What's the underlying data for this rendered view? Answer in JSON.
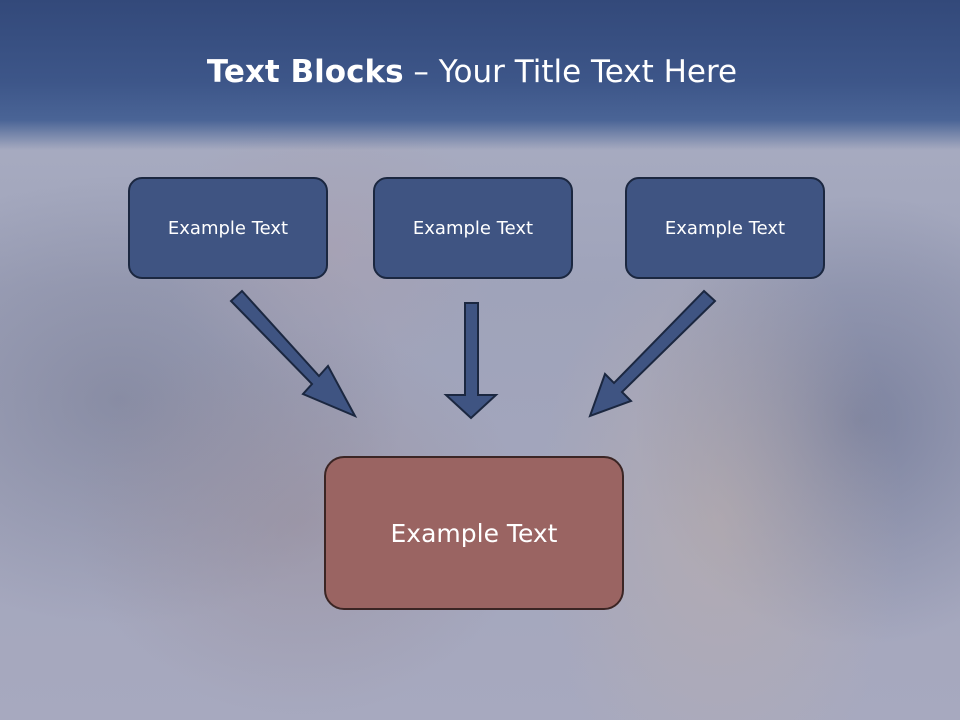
{
  "slide": {
    "title_bold": "Text Blocks",
    "title_separator": " – ",
    "title_rest": "Your Title Text Here"
  },
  "boxes": {
    "top": [
      {
        "label": "Example Text"
      },
      {
        "label": "Example Text"
      },
      {
        "label": "Example Text"
      }
    ],
    "bottom": {
      "label": "Example Text"
    }
  },
  "colors": {
    "header": "#3d5689",
    "box_fill": "#3f5482",
    "box_border": "#1b2740",
    "target_fill": "#9a6462",
    "arrow_fill": "#3f5482"
  }
}
